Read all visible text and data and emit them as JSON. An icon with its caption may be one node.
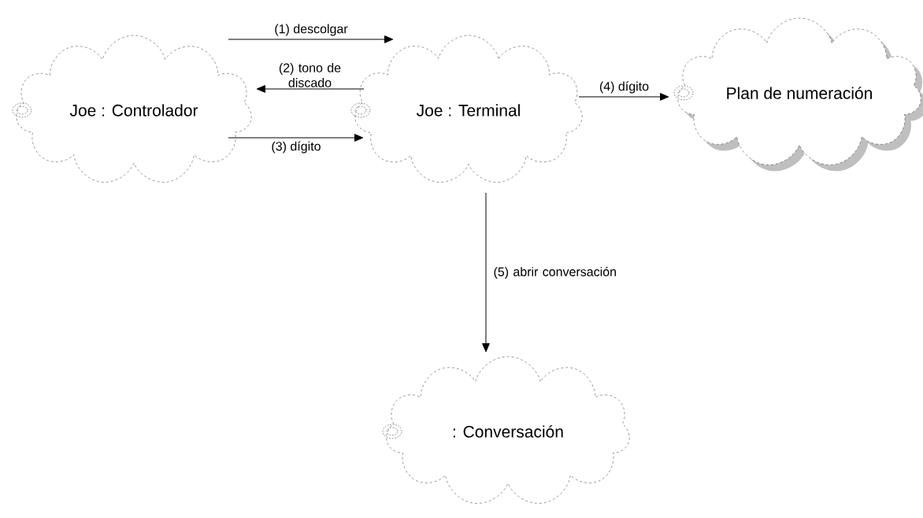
{
  "diagram": {
    "nodes": [
      {
        "text": [
          "Joe : Controlador"
        ]
      },
      {
        "text": [
          "Joe : Terminal"
        ]
      },
      {
        "text": [
          "Plan de numeración"
        ]
      },
      {
        "text": [
          ": Conversación"
        ]
      }
    ],
    "edges": [
      {
        "from": 0,
        "to": 1,
        "arrow": "to",
        "label": "(1) descolgar"
      },
      {
        "from": 1,
        "to": 0,
        "arrow": "to",
        "label": "(2) tono de discado"
      },
      {
        "from": 0,
        "to": 1,
        "arrow": "to",
        "label": "(3) dígito"
      },
      {
        "from": 1,
        "to": 2,
        "arrow": "to",
        "label": "(4) dígito"
      },
      {
        "from": 1,
        "to": 3,
        "arrow": "to",
        "label": "(5) abrir conversación"
      }
    ]
  }
}
